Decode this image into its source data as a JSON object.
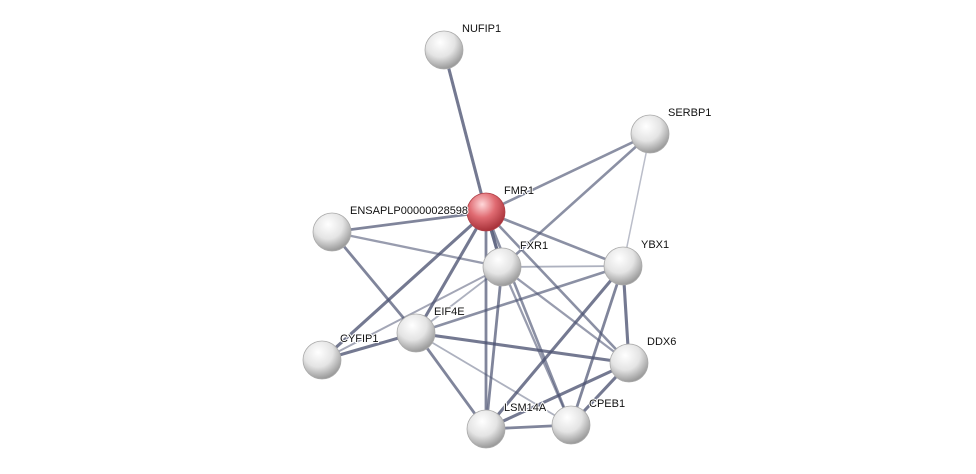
{
  "network": {
    "nodes": [
      {
        "id": "NUFIP1",
        "label": "NUFIP1",
        "query": false
      },
      {
        "id": "SERBP1",
        "label": "SERBP1",
        "query": false
      },
      {
        "id": "FMR1",
        "label": "FMR1",
        "query": true
      },
      {
        "id": "ENSAPLP",
        "label": "ENSAPLP00000028598",
        "query": false
      },
      {
        "id": "FXR1",
        "label": "FXR1",
        "query": false
      },
      {
        "id": "YBX1",
        "label": "YBX1",
        "query": false
      },
      {
        "id": "EIF4E",
        "label": "EIF4E",
        "query": false
      },
      {
        "id": "CYFIP1",
        "label": "CYFIP1",
        "query": false
      },
      {
        "id": "DDX6",
        "label": "DDX6",
        "query": false
      },
      {
        "id": "LSM14A",
        "label": "LSM14A",
        "query": false
      },
      {
        "id": "CPEB1",
        "label": "CPEB1",
        "query": false
      }
    ],
    "edges": [
      {
        "a": "NUFIP1",
        "b": "FMR1",
        "strength": 0.8
      },
      {
        "a": "SERBP1",
        "b": "FMR1",
        "strength": 0.6
      },
      {
        "a": "SERBP1",
        "b": "FXR1",
        "strength": 0.6
      },
      {
        "a": "SERBP1",
        "b": "YBX1",
        "strength": 0.2
      },
      {
        "a": "FMR1",
        "b": "ENSAPLP",
        "strength": 0.7
      },
      {
        "a": "FMR1",
        "b": "FXR1",
        "strength": 0.9
      },
      {
        "a": "FMR1",
        "b": "YBX1",
        "strength": 0.6
      },
      {
        "a": "FMR1",
        "b": "EIF4E",
        "strength": 0.8
      },
      {
        "a": "FMR1",
        "b": "CYFIP1",
        "strength": 0.8
      },
      {
        "a": "FMR1",
        "b": "DDX6",
        "strength": 0.6
      },
      {
        "a": "FMR1",
        "b": "LSM14A",
        "strength": 0.7
      },
      {
        "a": "FMR1",
        "b": "CPEB1",
        "strength": 0.6
      },
      {
        "a": "ENSAPLP",
        "b": "FXR1",
        "strength": 0.5
      },
      {
        "a": "ENSAPLP",
        "b": "EIF4E",
        "strength": 0.7
      },
      {
        "a": "FXR1",
        "b": "YBX1",
        "strength": 0.3
      },
      {
        "a": "FXR1",
        "b": "EIF4E",
        "strength": 0.3
      },
      {
        "a": "FXR1",
        "b": "DDX6",
        "strength": 0.5
      },
      {
        "a": "FXR1",
        "b": "LSM14A",
        "strength": 0.7
      },
      {
        "a": "FXR1",
        "b": "CPEB1",
        "strength": 0.5
      },
      {
        "a": "FXR1",
        "b": "CYFIP1",
        "strength": 0.4
      },
      {
        "a": "YBX1",
        "b": "EIF4E",
        "strength": 0.6
      },
      {
        "a": "YBX1",
        "b": "DDX6",
        "strength": 0.8
      },
      {
        "a": "YBX1",
        "b": "LSM14A",
        "strength": 0.8
      },
      {
        "a": "YBX1",
        "b": "CPEB1",
        "strength": 0.7
      },
      {
        "a": "EIF4E",
        "b": "CYFIP1",
        "strength": 0.8
      },
      {
        "a": "EIF4E",
        "b": "DDX6",
        "strength": 0.8
      },
      {
        "a": "EIF4E",
        "b": "LSM14A",
        "strength": 0.7
      },
      {
        "a": "EIF4E",
        "b": "CPEB1",
        "strength": 0.3
      },
      {
        "a": "DDX6",
        "b": "LSM14A",
        "strength": 0.8
      },
      {
        "a": "DDX6",
        "b": "CPEB1",
        "strength": 0.8
      },
      {
        "a": "LSM14A",
        "b": "CPEB1",
        "strength": 0.7
      }
    ],
    "colors": {
      "query_node": "#e0606a",
      "node": "#d8d8d8",
      "edge": "#4a5170"
    }
  }
}
